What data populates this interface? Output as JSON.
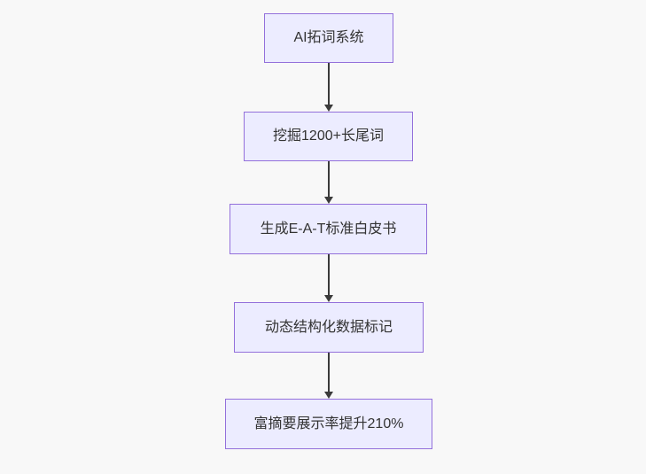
{
  "diagram": {
    "type": "flowchart",
    "direction": "top-down",
    "nodes": [
      {
        "label": "AI拓词系统"
      },
      {
        "label": "挖掘1200+长尾词"
      },
      {
        "label": "生成E-A-T标准白皮书"
      },
      {
        "label": "动态结构化数据标记"
      },
      {
        "label": "富摘要展示率提升210%"
      }
    ],
    "edges": [
      {
        "from": 0,
        "to": 1,
        "style": "arrow-down"
      },
      {
        "from": 1,
        "to": 2,
        "style": "arrow-down"
      },
      {
        "from": 2,
        "to": 3,
        "style": "arrow-down"
      },
      {
        "from": 3,
        "to": 4,
        "style": "arrow-down"
      }
    ],
    "colors": {
      "node_fill": "#ECECFF",
      "node_border": "#9370DB",
      "edge": "#3b3b3b",
      "text": "#333333",
      "background": "#f8f8f8"
    }
  }
}
